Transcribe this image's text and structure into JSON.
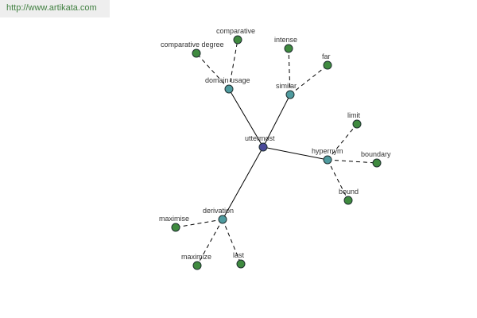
{
  "watermark": {
    "text": "http://www.artikata.com"
  },
  "colors": {
    "root": "#4a4a9a",
    "relation": "#4f9b9f",
    "leaf": "#3f8a3f",
    "node_border": "#1f2f2f",
    "edge": "#000000"
  },
  "graph": {
    "root": {
      "id": "utter",
      "label": "uttermost"
    },
    "relations": [
      {
        "id": "domain",
        "label": "domain usage",
        "children": [
          {
            "id": "compdeg",
            "label": "comparative degree"
          },
          {
            "id": "comparative",
            "label": "comparative"
          }
        ]
      },
      {
        "id": "similar",
        "label": "similar",
        "children": [
          {
            "id": "intense",
            "label": "intense"
          },
          {
            "id": "far",
            "label": "far"
          }
        ]
      },
      {
        "id": "hypernym",
        "label": "hypernym",
        "children": [
          {
            "id": "limit",
            "label": "limit"
          },
          {
            "id": "boundary",
            "label": "boundary"
          },
          {
            "id": "bound",
            "label": "bound"
          }
        ]
      },
      {
        "id": "derivation",
        "label": "derivation",
        "children": [
          {
            "id": "maximise",
            "label": "maximise"
          },
          {
            "id": "maximize",
            "label": "maximize"
          },
          {
            "id": "last",
            "label": "last"
          }
        ]
      }
    ]
  }
}
